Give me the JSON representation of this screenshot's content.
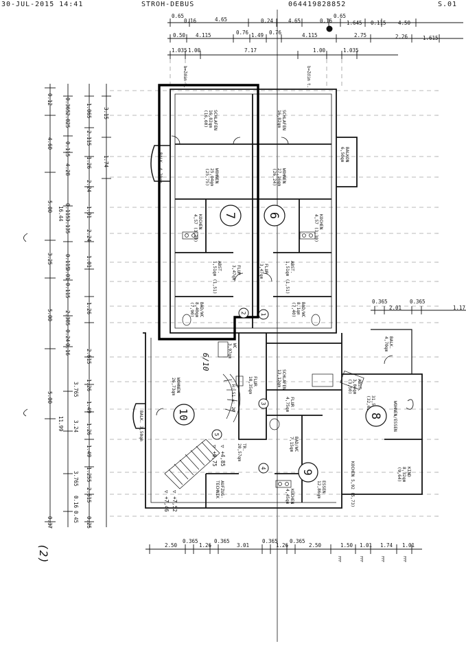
{
  "header": {
    "datetime": "30-JUL-2015 14:41",
    "sender": "STROH-DEBUS",
    "fax_number": "064419828852",
    "page": "S.01"
  },
  "dimensions": {
    "top_row1": [
      "0.65",
      "0.16",
      "4.65",
      "0.24",
      "4.65",
      "0.16",
      "0.65"
    ],
    "top_row1_right": [
      "1.645",
      "0.115",
      "4.50"
    ],
    "top_row2": [
      "0.50",
      "4.115",
      "0.76",
      "1.49",
      "0.76",
      "4.115",
      "2.75",
      "2.26",
      "1.615"
    ],
    "top_row3": [
      "1.035",
      "1.00",
      "7.17",
      "1.00",
      "1.035"
    ],
    "left_col1": [
      "0.12",
      "4.60",
      "5.00",
      "3.25",
      "5.00",
      "5.00",
      "0.37"
    ],
    "left_col2": [
      "0.365",
      "2.825",
      "0.115",
      "4.28",
      "0.115",
      "3.135",
      "0.115",
      "3.01",
      "0.115",
      "2.385",
      "0.24",
      "0.16",
      "3.765",
      "3.24",
      "3.765",
      "0.16",
      "0.45"
    ],
    "left_col3": [
      "1.065",
      "2.115",
      "1.26",
      "2.24",
      "1.01",
      "2.24",
      "1.01",
      "1.26",
      "2.615",
      "1.26",
      "1.49",
      "1.26",
      "1.49",
      "1.255",
      "2.615",
      "0.25"
    ],
    "left_col_misc": [
      "3.15",
      "1.74",
      "16.44",
      "11.99"
    ],
    "right_small": [
      "0.365",
      "2.01",
      "0.365",
      "1.17"
    ],
    "bottom": [
      "2.50",
      "0.365",
      "1.26",
      "0.365",
      "3.01",
      "0.365",
      "1.26",
      "0.365",
      "2.50",
      "1.50",
      "1.01",
      "1.74",
      "1.01"
    ]
  },
  "apartments": [
    {
      "number": "7"
    },
    {
      "number": "6"
    },
    {
      "number": "10"
    },
    {
      "number": "8"
    },
    {
      "number": "9"
    }
  ],
  "rooms": {
    "a7_schlafen": [
      "SCHLAFEN",
      "16,82qm",
      "(16,60)"
    ],
    "a7_wohnen": [
      "WOHNEN",
      "25,04qm",
      "(25,75)"
    ],
    "a7_kochen": [
      "KOCHEN",
      "4,57 (3,30)"
    ],
    "a7_abst": [
      "ABST.",
      "1,51qm (1,51)"
    ],
    "a7_flur": [
      "FLUR",
      "3,47qm"
    ],
    "a7_bad": [
      "BAD/WC",
      "8,40qm",
      "(7,90)"
    ],
    "a6_schlafen": [
      "SCHLAFEN",
      "16,82qm"
    ],
    "a6_wohnen": [
      "WOHNEN",
      "27,16qm",
      "(26,24)"
    ],
    "a6_kochen": [
      "KOCHEN",
      "4,57 (3,30)"
    ],
    "a6_abst": [
      "ABST.",
      "1,51qm (1,51)"
    ],
    "a6_flur": [
      "FLUR",
      "3,47qm"
    ],
    "a6_bad": [
      "BAD/WC",
      "8,1qm",
      "(7,40)"
    ],
    "balkon_left": [
      "BALK. 4,20qm"
    ],
    "balkon_right": [
      "BALKON",
      "6,50qm"
    ],
    "a10_wohnen": [
      "WOHNEN",
      "26,73qm"
    ],
    "a10_balk": [
      "BALK. 3,50qm"
    ],
    "a10_flur": [
      "FLUR",
      "10,35qm"
    ],
    "a10_wc": [
      "WC",
      "3,97qm"
    ],
    "a10_schlafen": [
      "SCHLAFEN",
      "13,12qm"
    ],
    "tr_hall": [
      "TR.",
      "20,57qm"
    ],
    "aufzug": [
      "AUFZUG-",
      "TECHNIK"
    ],
    "a9_flur": [
      "FLUR",
      "4,75qm"
    ],
    "a9_bad": [
      "BAD/WC",
      "7,15qm"
    ],
    "a9_essen": [
      "ESSEN",
      "12,86qm"
    ],
    "a9_kuechen": [
      "KÜCHEN",
      "4,45qm"
    ],
    "a8_wohnen_essen": [
      "WOHNEN/ESSEN",
      "31,58qm",
      "(32,62)"
    ],
    "a8_abst": [
      "ABST.",
      "3,04qm",
      "(3,50)"
    ],
    "a8_kochen": [
      "KOCHEN 5,92 (5,73)"
    ],
    "a8_kind": [
      "KIND",
      "8,32qm",
      "(9,64)"
    ],
    "a8_balk": [
      "BALK.",
      "4,70qm"
    ]
  },
  "levels": [
    "▽ +4,85",
    "▽ +6,75",
    "▽ +7,46",
    "▽ +7,52"
  ],
  "markers": [
    "1",
    "2",
    "3",
    "4",
    "5"
  ],
  "annotations": {
    "unit_label": "6/10",
    "stair_label": "H: 51\nw: 20",
    "left_margin_mark": "(2)"
  }
}
